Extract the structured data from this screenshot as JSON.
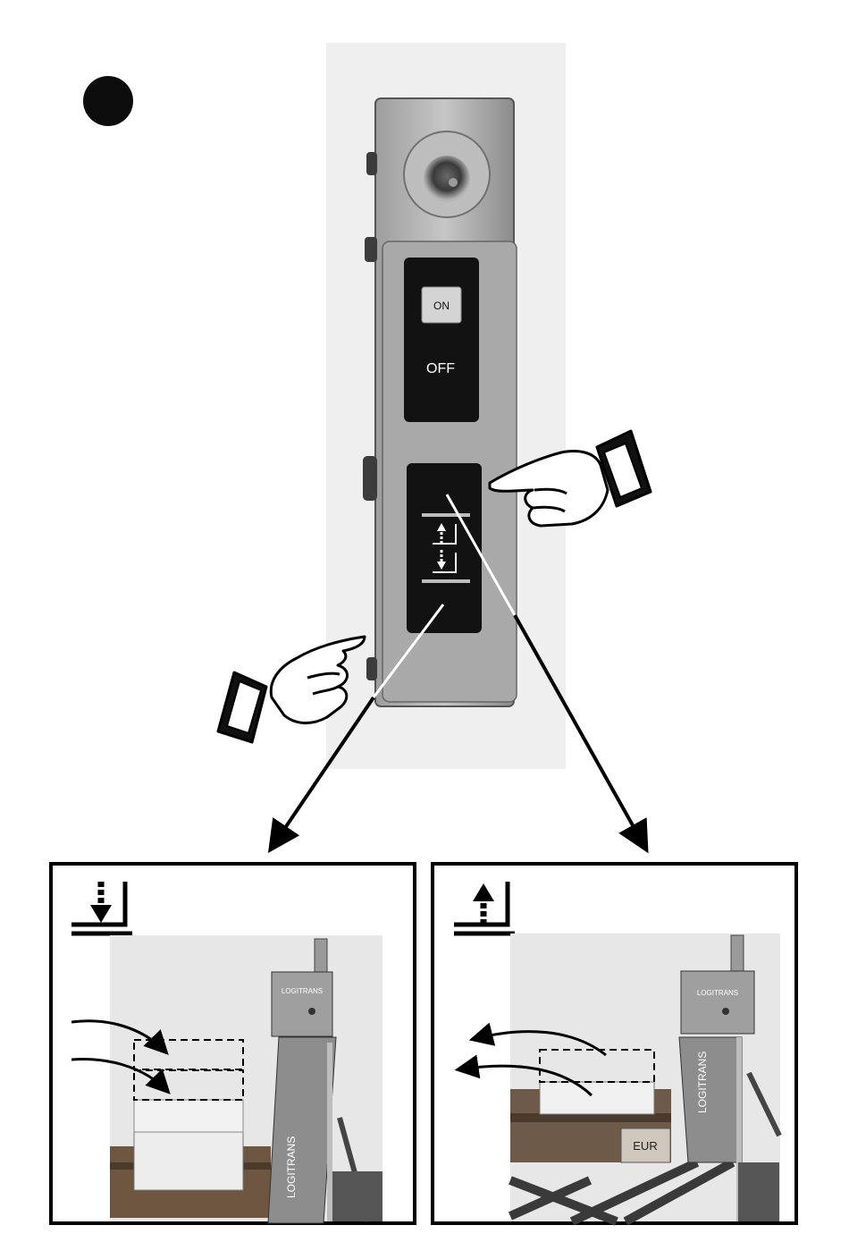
{
  "switch_panel": {
    "on_label": "ON",
    "off_label": "OFF"
  },
  "panels": {
    "lower": {
      "brand": "LOGITRANS",
      "mast_text": "LOGITRANS"
    },
    "raise": {
      "brand": "LOGITRANS",
      "mast_text": "LOGITRANS",
      "pallet_mark": "EUR"
    }
  }
}
